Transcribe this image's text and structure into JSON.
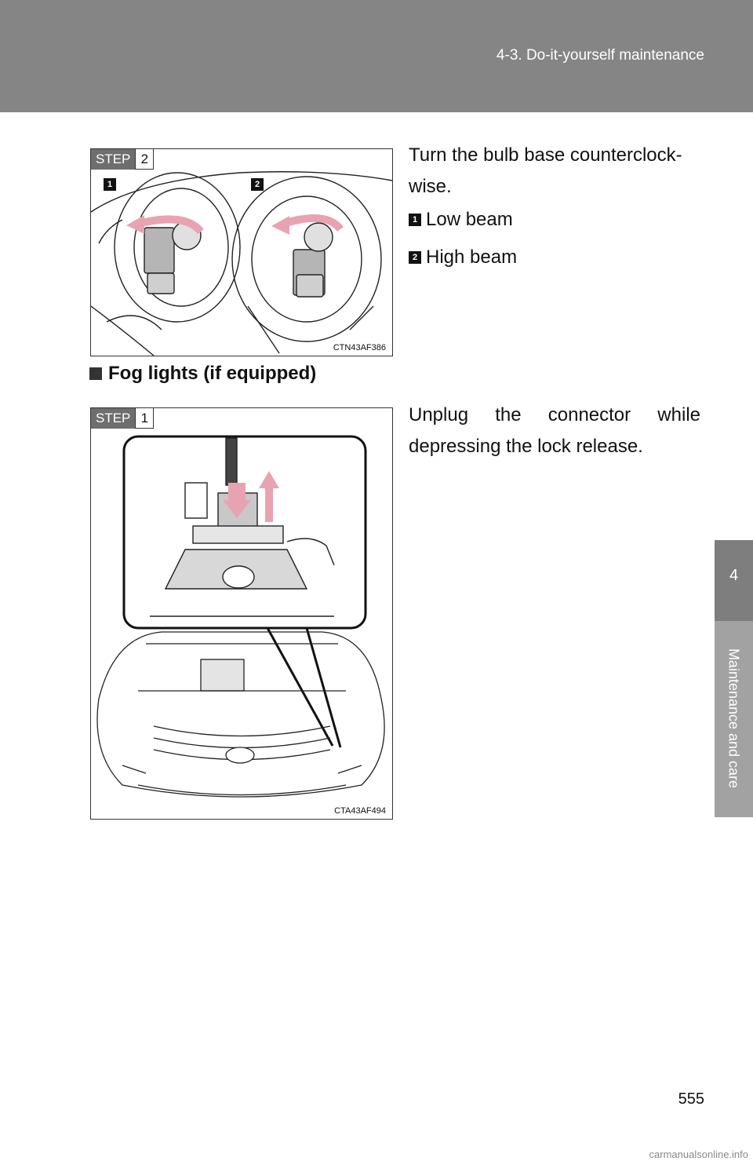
{
  "header": {
    "section": "4-3. Do-it-yourself maintenance"
  },
  "side_tab": {
    "chapter_number": "4",
    "chapter_title": "Maintenance and care"
  },
  "figure1": {
    "step_label": "STEP",
    "step_number": "2",
    "code": "CTN43AF386",
    "marker1": "1",
    "marker2": "2"
  },
  "instruction1": "Turn the bulb base counterclock-wise.",
  "items": [
    {
      "marker": "1",
      "label": "Low beam"
    },
    {
      "marker": "2",
      "label": "High beam"
    }
  ],
  "subheading": "Fog lights (if equipped)",
  "figure2": {
    "step_label": "STEP",
    "step_number": "1",
    "code": "CTA43AF494"
  },
  "instruction2": "Unplug the connector while depressing the lock release.",
  "page_number": "555",
  "watermark": "carmanualsonline.info",
  "colors": {
    "header": "#858585",
    "tab_dark": "#7e7e7e",
    "tab_light": "#a2a2a2",
    "arrow": "#e8a3b3"
  }
}
